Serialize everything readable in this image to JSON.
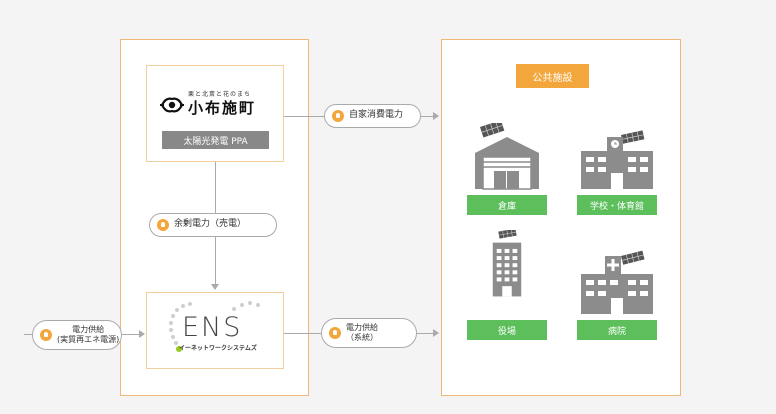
{
  "left_panel": {
    "town_logo": {
      "tagline": "栗と北斎と花のまち",
      "name": "小布施町"
    },
    "ppa_label": "太陽光発電 PPA",
    "ens_logo": {
      "letters": "ENS",
      "subtitle": "イーネットワークシステムズ"
    }
  },
  "flows": {
    "self_consumption": "自家消費電力",
    "surplus": "余剰電力（売電）",
    "supply_in_line1": "電力供給",
    "supply_in_line2": "(実質再エネ電源)",
    "supply_out_line1": "電力供給",
    "supply_out_line2": "（系統）"
  },
  "public_facilities": {
    "header": "公共施設",
    "items": [
      {
        "label": "倉庫",
        "icon": "warehouse-icon"
      },
      {
        "label": "学校・体育館",
        "icon": "school-icon"
      },
      {
        "label": "役場",
        "icon": "office-building-icon"
      },
      {
        "label": "病院",
        "icon": "hospital-icon"
      }
    ]
  },
  "colors": {
    "frame_border": "#f0b878",
    "accent_orange": "#f3a63c",
    "facility_green": "#5cbf5c",
    "icon_gray": "#8c8c8c",
    "ens_green": "#9ac81e"
  }
}
